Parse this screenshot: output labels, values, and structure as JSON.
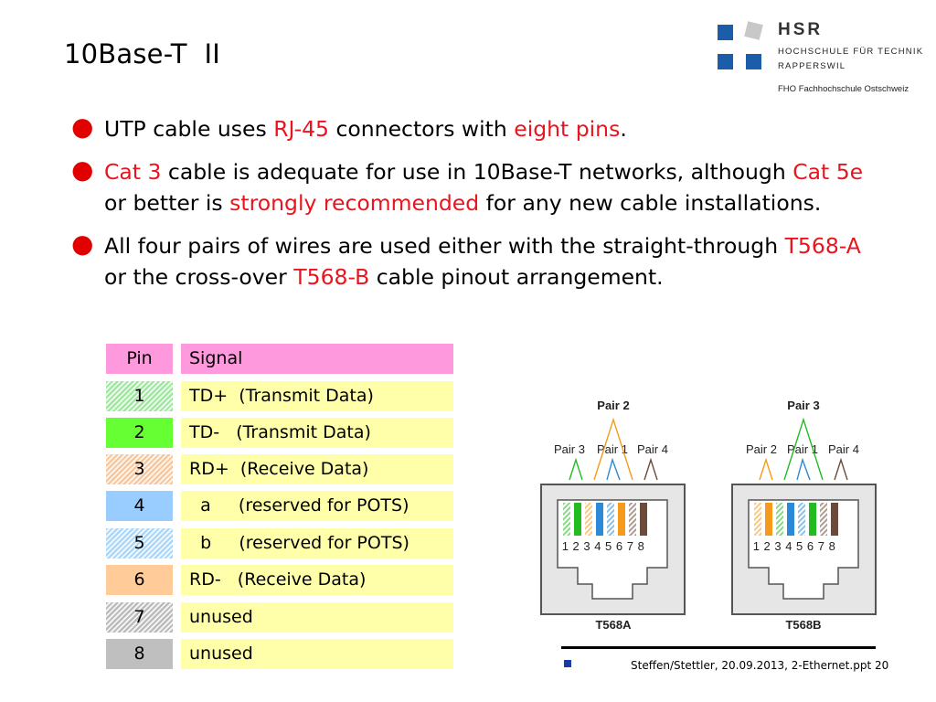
{
  "slide": {
    "title": "10Base-T  II"
  },
  "logo": {
    "name": "HSR",
    "line1": "HOCHSCHULE FÜR TECHNIK",
    "line2": "RAPPERSWIL",
    "line3": "FHO Fachhochschule Ostschweiz"
  },
  "bullets": [
    {
      "parts": [
        {
          "text": "UTP cable uses ",
          "red": false
        },
        {
          "text": "RJ-45",
          "red": true
        },
        {
          "text": " connectors with ",
          "red": false
        },
        {
          "text": "eight pins",
          "red": true
        },
        {
          "text": ".",
          "red": false
        }
      ]
    },
    {
      "parts": [
        {
          "text": "Cat 3",
          "red": true
        },
        {
          "text": " cable is adequate for use in 10Base-T networks, although ",
          "red": false
        },
        {
          "text": "Cat 5e",
          "red": true
        },
        {
          "text": " or better is ",
          "red": false
        },
        {
          "text": "strongly recommended",
          "red": true
        },
        {
          "text": " for any new cable installations.",
          "red": false
        }
      ]
    },
    {
      "parts": [
        {
          "text": "All four pairs of wires are used either with the straight-through ",
          "red": false
        },
        {
          "text": "T568-A",
          "red": true
        },
        {
          "text": " or the cross-over ",
          "red": false
        },
        {
          "text": "T568-B",
          "red": true
        },
        {
          "text": " cable pinout arrangement.",
          "red": false
        }
      ]
    }
  ],
  "pin_table": {
    "headers": {
      "pin": "Pin",
      "signal": "Signal"
    },
    "rows": [
      {
        "pin": "1",
        "signal": "TD+  (Transmit Data)"
      },
      {
        "pin": "2",
        "signal": "TD-   (Transmit Data)"
      },
      {
        "pin": "3",
        "signal": "RD+  (Receive Data)"
      },
      {
        "pin": "4",
        "signal": "  a     (reserved for POTS)"
      },
      {
        "pin": "5",
        "signal": "  b     (reserved for POTS)"
      },
      {
        "pin": "6",
        "signal": "RD-   (Receive Data)"
      },
      {
        "pin": "7",
        "signal": "unused"
      },
      {
        "pin": "8",
        "signal": "unused"
      }
    ]
  },
  "diagram": {
    "left": {
      "top_pair": "Pair 2",
      "pairs": [
        "Pair 3",
        "Pair 1",
        "Pair 4"
      ],
      "pin_numbers": "1 2 3 4 5 6 7 8",
      "label": "T568A"
    },
    "right": {
      "top_pair": "Pair 3",
      "pairs": [
        "Pair 2",
        "Pair 1",
        "Pair 4"
      ],
      "pin_numbers": "1 2 3 4 5 6 7 8",
      "label": "T568B"
    },
    "colors": {
      "green": "#22bb22",
      "orange": "#f59a1a",
      "blue": "#2a8ad8",
      "brown": "#6b4a3a",
      "jack_fill": "#e6e6e6",
      "jack_stroke": "#555555"
    }
  },
  "footer": {
    "text": "Steffen/Stettler, 20.09.2013, 2-Ethernet.ppt 20"
  }
}
